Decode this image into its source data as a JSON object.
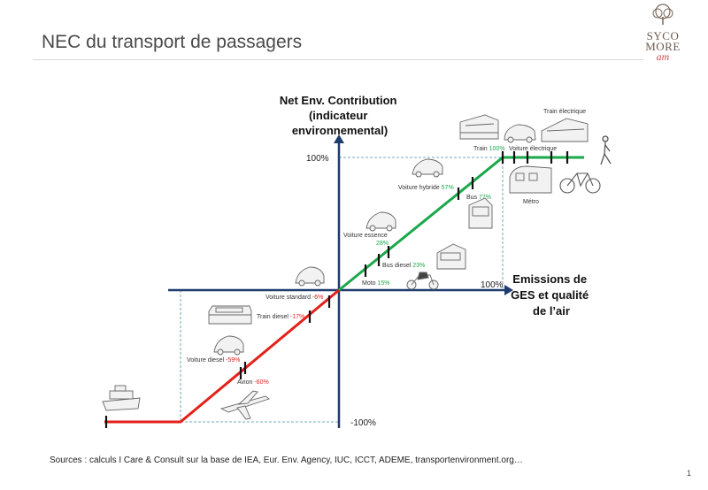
{
  "page": {
    "title": "NEC du transport de passagers",
    "sources": "Sources : calculs I Care & Consult sur la base de IEA, Eur. Env. Agency, IUC, ICCT, ADEME, transportenvironment.org…",
    "page_number": "1"
  },
  "logo": {
    "line1": "SYCO",
    "line2": "MORE",
    "line3": "am"
  },
  "diagram": {
    "y_axis_title": [
      "Net Env. Contribution",
      "(indicateur",
      "environnemental)"
    ],
    "x_axis_title": [
      "Emissions de",
      "GES et qualité",
      "de l’air"
    ],
    "tick_y_top": "100%",
    "tick_y_bottom": "-100%",
    "tick_x_right": "100%",
    "colors": {
      "positive": "#1aa84a",
      "negative": "#e32119",
      "axis": "#1f3c6e",
      "guide": "#4a90a4",
      "value_positive": "#1aa84a",
      "value_negative": "#e32119"
    },
    "items": [
      {
        "name": "Train",
        "value": "100%",
        "sign": "pos"
      },
      {
        "name": "Voiture électrique",
        "value": "",
        "sign": "pos"
      },
      {
        "name": "Train électrique",
        "value": "",
        "sign": "pos"
      },
      {
        "name": "Métro",
        "value": "",
        "sign": "pos"
      },
      {
        "name": "Voiture hybride",
        "value": "57%",
        "sign": "pos"
      },
      {
        "name": "Bus",
        "value": "77%",
        "sign": "pos"
      },
      {
        "name": "Voiture essence",
        "value": "28%",
        "sign": "pos"
      },
      {
        "name": "Bus diesel",
        "value": "23%",
        "sign": "pos"
      },
      {
        "name": "Moto",
        "value": "15%",
        "sign": "pos"
      },
      {
        "name": "Voiture standard",
        "value": "-6%",
        "sign": "neg"
      },
      {
        "name": "Train diesel",
        "value": "-17%",
        "sign": "neg"
      },
      {
        "name": "Voiture diesel",
        "value": "-59%",
        "sign": "neg"
      },
      {
        "name": "Avion",
        "value": "-60%",
        "sign": "neg"
      }
    ],
    "icons": [
      "train-icon",
      "car-icon",
      "train-icon",
      "pedestrian-icon",
      "train-icon",
      "bicycle-icon",
      "car-icon",
      "bus-icon",
      "car-icon",
      "bus-icon",
      "motorcycle-icon",
      "car-icon",
      "train-icon",
      "car-icon",
      "airplane-icon",
      "ship-icon"
    ]
  }
}
